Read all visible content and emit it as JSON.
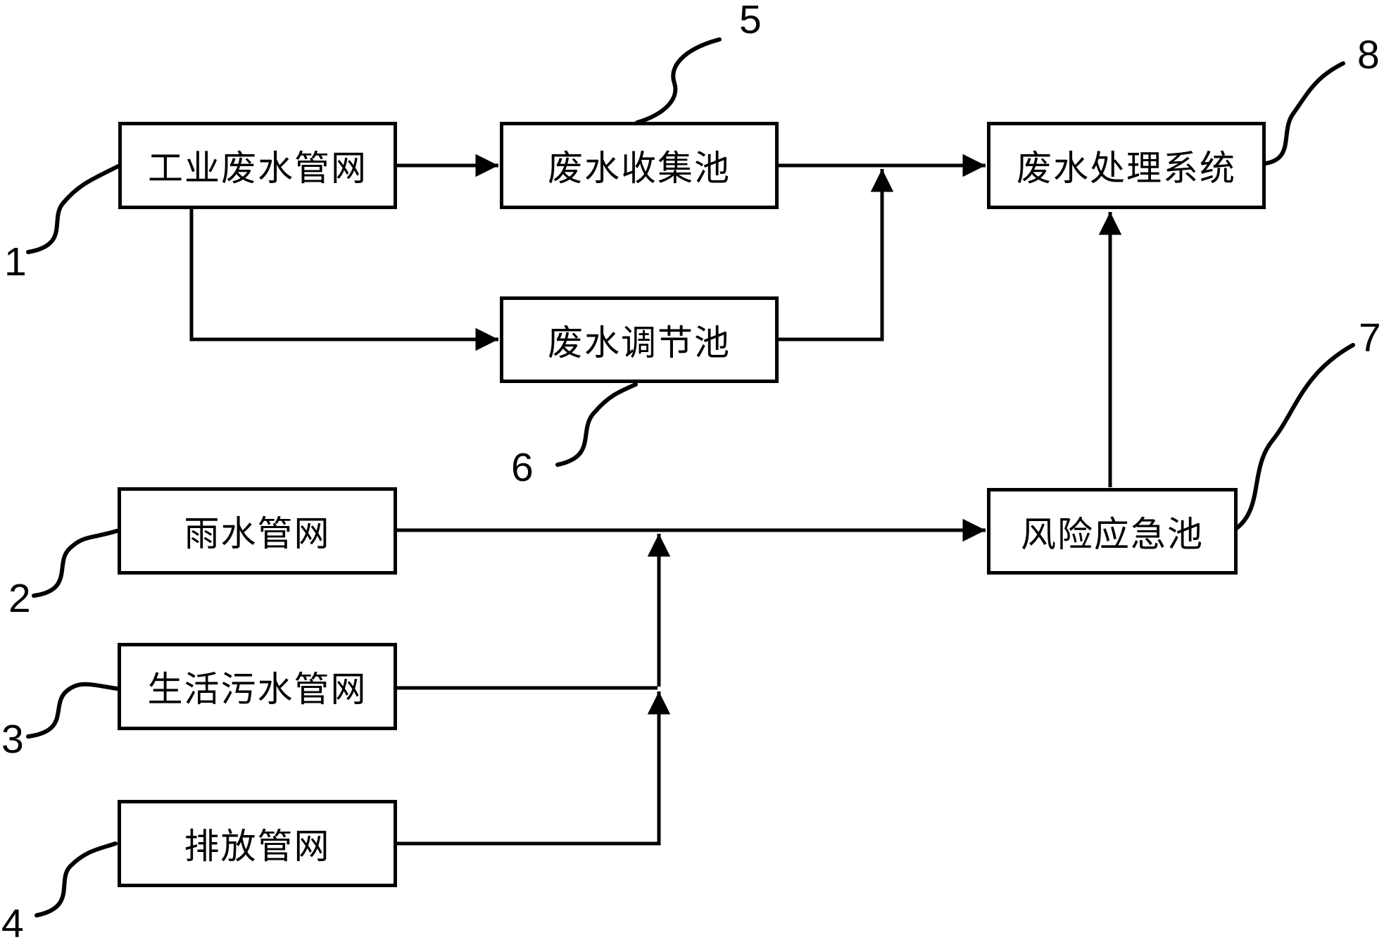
{
  "figure": {
    "background_color": "#ffffff",
    "line_color": "#000000",
    "box_fill_color": "#ffffff"
  },
  "boxes": {
    "industrial": {
      "label": "工业废水管网",
      "ref": "1"
    },
    "collection": {
      "label": "废水收集池",
      "ref": "5"
    },
    "treatment": {
      "label": "废水处理系统",
      "ref": "8"
    },
    "regulating": {
      "label": "废水调节池",
      "ref": "6"
    },
    "rainwater": {
      "label": "雨水管网",
      "ref": "2"
    },
    "emergency": {
      "label": "风险应急池",
      "ref": "7"
    },
    "domestic": {
      "label": "生活污水管网",
      "ref": "3"
    },
    "discharge": {
      "label": "排放管网",
      "ref": "4"
    }
  },
  "ref_labels": {
    "industrial": "1",
    "rainwater": "2",
    "domestic": "3",
    "discharge": "4",
    "collection": "5",
    "regulating": "6",
    "emergency": "7",
    "treatment": "8"
  }
}
